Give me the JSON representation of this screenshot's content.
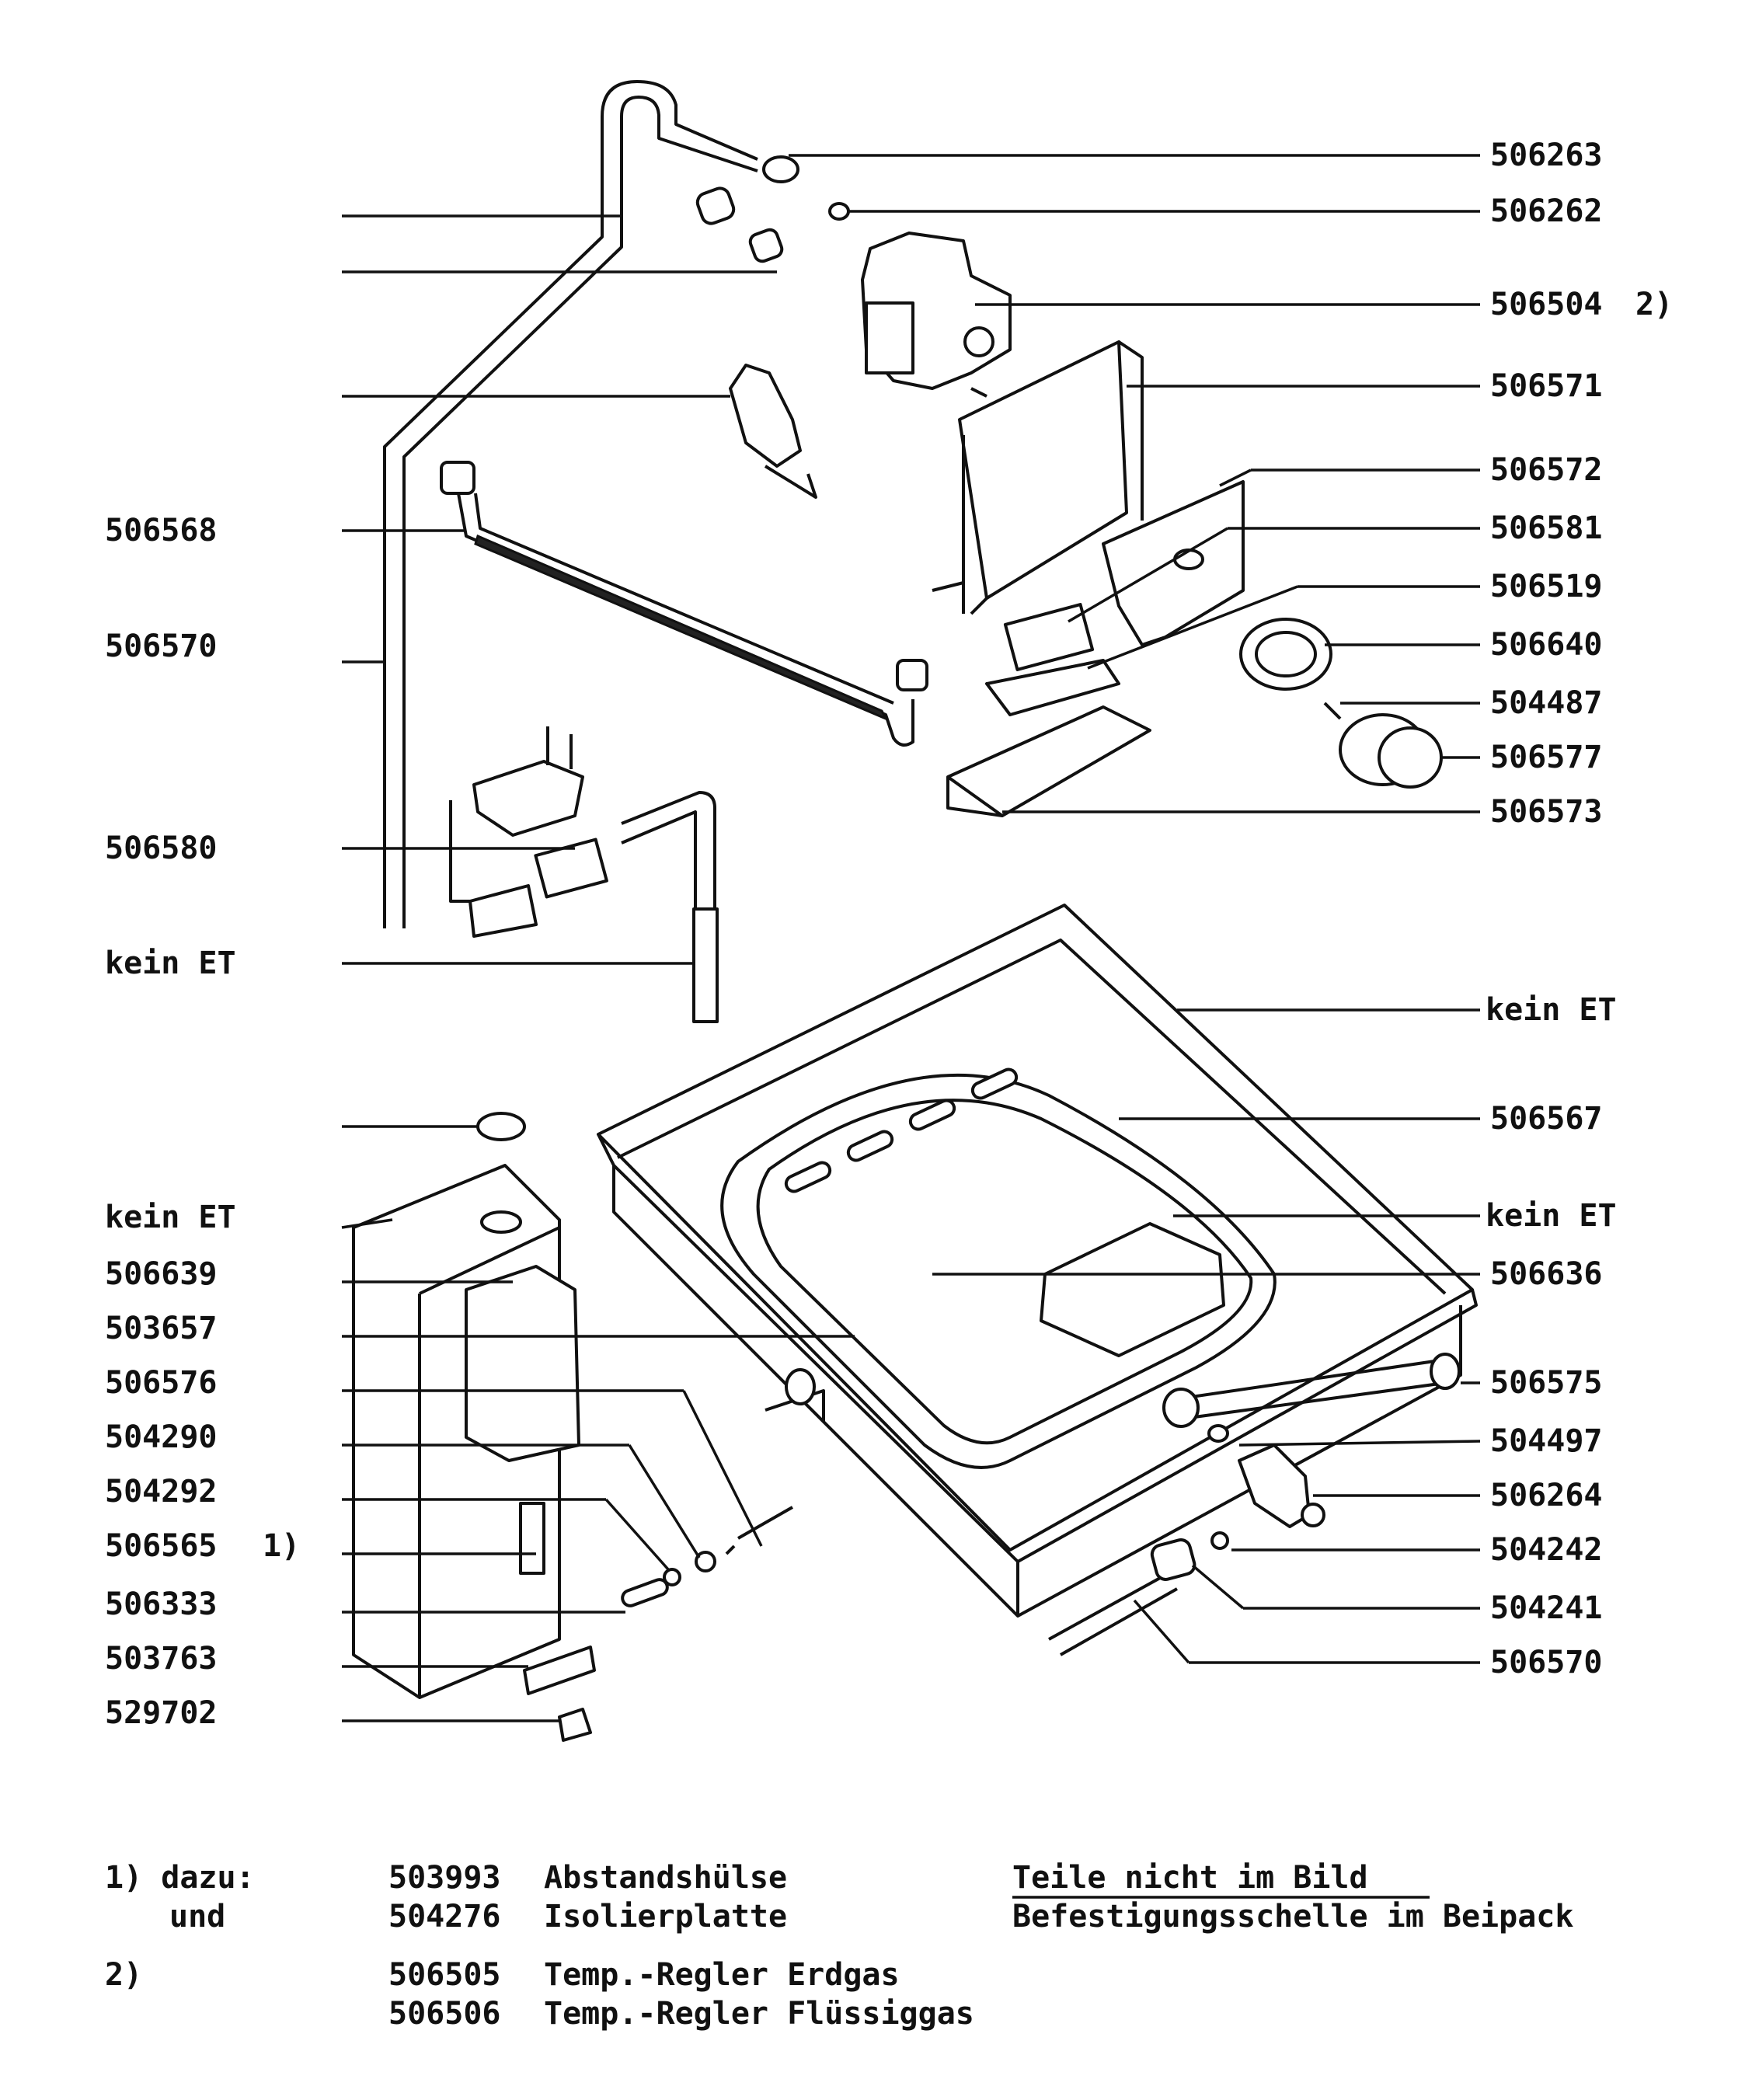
{
  "labels_right": {
    "p506263": "506263",
    "p506262": "506262",
    "p506504": "506504",
    "p506504_note": "2)",
    "p506571": "506571",
    "p506572": "506572",
    "p506581": "506581",
    "p506519": "506519",
    "p506640": "506640",
    "p504487": "504487",
    "p506577": "506577",
    "p506573": "506573",
    "kein_et_1": "kein ET",
    "p506567": "506567",
    "kein_et_2": "kein ET",
    "p506636": "506636",
    "p506575": "506575",
    "p504497": "504497",
    "p506264": "506264",
    "p504242": "504242",
    "p504241": "504241",
    "p506570b": "506570"
  },
  "labels_left": {
    "p506568": "506568",
    "p506570a": "506570",
    "p506580": "506580",
    "kein_et_3": "kein ET",
    "kein_et_4": "kein ET",
    "p506639": "506639",
    "p503657": "503657",
    "p506576": "506576",
    "p504290": "504290",
    "p504292": "504292",
    "p506565": "506565",
    "p506565_note": "1)",
    "p506333": "506333",
    "p503763": "503763",
    "p529702": "529702"
  },
  "footnotes": {
    "n1_marker": "1) dazu:",
    "n1_and": "und",
    "n1_a_num": "503993",
    "n1_a_text": "Abstandshülse",
    "n1_b_num": "504276",
    "n1_b_text": "Isolierplatte",
    "not_in_picture": "Teile nicht im Bild",
    "bracket_in_pack": "Befestigungsschelle im Beipack",
    "n2_marker": "2)",
    "n2_a_num": "506505",
    "n2_a_text": "Temp.-Regler Erdgas",
    "n2_b_num": "506506",
    "n2_b_text": "Temp.-Regler Flüssiggas"
  }
}
